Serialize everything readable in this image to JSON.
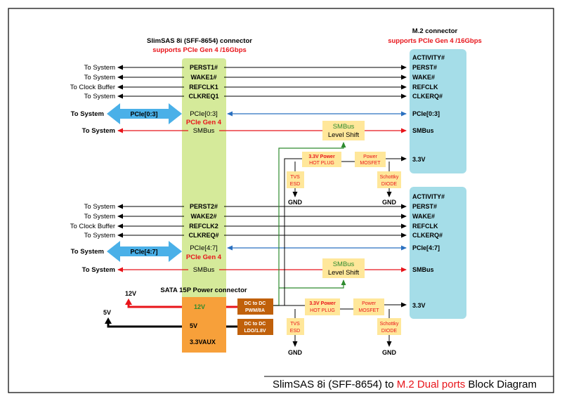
{
  "slimsas": {
    "title": "SlimSAS 8i (SFF-8654) connector",
    "subtitle": "supports PCIe Gen 4 /16Gbps",
    "port1": {
      "pins": [
        "PERST1#",
        "WAKE1#",
        "REFCLK1",
        "CLKREQ1"
      ],
      "pcie": "PCIe[0:3]",
      "gen": "PCIe Gen 4",
      "smbus": "SMBus"
    },
    "port2": {
      "pins": [
        "PERST2#",
        "WAKE2#",
        "REFCLK2",
        "CLKREQ#"
      ],
      "pcie": "PCIe[4:7]",
      "gen": "PCIe Gen 4",
      "smbus": "SMBus"
    }
  },
  "left": {
    "port1": {
      "targets": [
        "To System",
        "To System",
        "To Clock Buffer",
        "To System"
      ],
      "pcie_target": "To System",
      "pcie_arrow": "PCIe[0:3]",
      "smbus_target": "To System"
    },
    "port2": {
      "targets": [
        "To System",
        "To System",
        "To Clock Buffer",
        "To System"
      ],
      "pcie_target": "To System",
      "pcie_arrow": "PCIe[4:7]",
      "smbus_target": "To System"
    }
  },
  "m2": {
    "title": "M.2 connector",
    "subtitle": "supports PCIe Gen 4 /16Gbps",
    "port1": {
      "pins": [
        "ACTIVITY#",
        "PERST#",
        "WAKE#",
        "REFCLK",
        "CLKERQ#"
      ],
      "pcie": "PCIe[0:3]",
      "smbus": "SMBus",
      "power": "3.3V"
    },
    "port2": {
      "pins": [
        "ACTIVITY#",
        "PERST#",
        "WAKE#",
        "REFCLK",
        "CLKERQ#"
      ],
      "pcie": "PCIe[4:7]",
      "smbus": "SMBus",
      "power": "3.3V"
    }
  },
  "circuit1": {
    "level_shift": [
      "SMBus",
      "Level Shift"
    ],
    "hotplug": [
      "3.3V Power",
      "HOT PLUG"
    ],
    "mosfet": [
      "Power",
      "MOSFET"
    ],
    "tvs": [
      "TVS",
      "ESD"
    ],
    "schottky": [
      "Schottky",
      "DIODE"
    ],
    "gnd1": "GND",
    "gnd2": "GND"
  },
  "circuit2": {
    "level_shift": [
      "SMBus",
      "Level Shift"
    ],
    "hotplug": [
      "3.3V Power",
      "HOT PLUG"
    ],
    "mosfet": [
      "Power",
      "MOSFET"
    ],
    "tvs": [
      "TVS",
      "ESD"
    ],
    "schottky": [
      "Schottky",
      "DIODE"
    ],
    "gnd1": "GND",
    "gnd2": "GND"
  },
  "sata": {
    "title": "SATA 15P Power connector",
    "rails": [
      "12V",
      "5V",
      "3.3VAUX"
    ],
    "input_12v": "12V",
    "input_5v": "5V",
    "dcdc1": [
      "DC to DC",
      "PWM/8A"
    ],
    "dcdc2": [
      "DC to DC",
      "LDO/1.8V"
    ]
  },
  "footer": {
    "prefix": "SlimSAS 8i (SFF-8654) to ",
    "highlight": "M.2 Dual ports",
    "suffix": " Block Diagram"
  },
  "colors": {
    "slimsas_fill": "#d5ea9a",
    "m2_fill": "#a5dde8",
    "box_fill": "#ffe79a",
    "sata_fill": "#f7a03a",
    "dcdc_fill": "#c0600a",
    "pcie_arrow": "#4ab0e8",
    "red_accent": "#e8141a",
    "blue_line": "#2a70c0",
    "green_line": "#2e8b2e"
  }
}
